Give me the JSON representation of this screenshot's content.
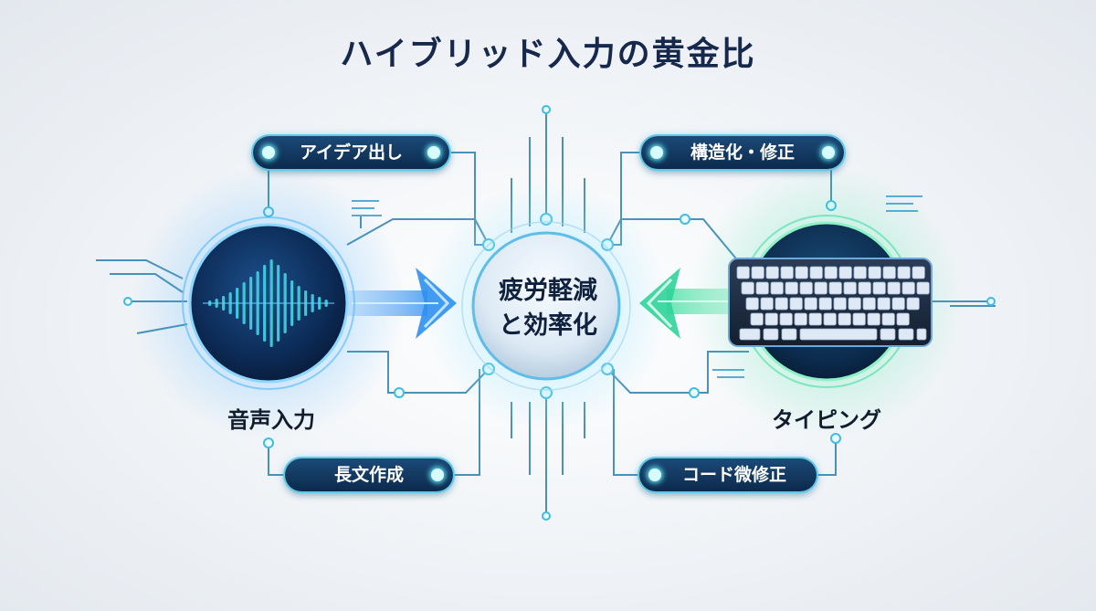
{
  "title": "ハイブリッド入力の黄金比",
  "center": {
    "line1": "疲労軽減",
    "line2": "と効率化"
  },
  "voice": {
    "label": "音声入力",
    "icon": "sound-wave-icon"
  },
  "typing": {
    "label": "タイピング",
    "icon": "keyboard-icon"
  },
  "tags": {
    "idea": "アイデア出し",
    "long_form": "長文作成",
    "structure_edit": "構造化・修正",
    "code_tweak": "コード微修正"
  },
  "colors": {
    "title": "#16294d",
    "navy": "#0c2a4c",
    "voice_accent": "#2f8ff0",
    "typing_accent": "#3fe0a0",
    "line": "#2d7fae"
  }
}
